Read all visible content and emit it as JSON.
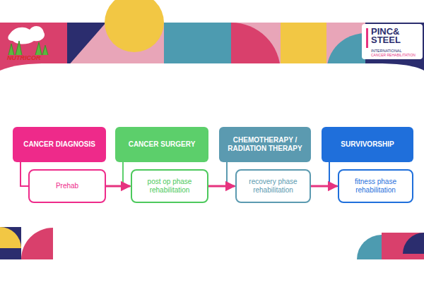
{
  "diagram": {
    "nodes": [
      {
        "text": [
          "CANCER DIAGNOSIS"
        ]
      },
      {
        "text": [
          "CANCER SURGERY"
        ]
      },
      {
        "text": [
          "CHEMOTHERAPY / RADIATION THERAPY"
        ]
      },
      {
        "text": [
          "SURVIVORSHIP"
        ]
      },
      {
        "text": [
          "Prehab"
        ]
      },
      {
        "text": [
          "post op phase rehabilitation"
        ]
      },
      {
        "text": [
          "recovery phase rehabilitation"
        ]
      },
      {
        "text": [
          "fitness phase rehabilitation"
        ]
      }
    ],
    "edges": [
      {
        "from": 0,
        "to": 4,
        "arrow": "none"
      },
      {
        "from": 1,
        "to": 5,
        "arrow": "none"
      },
      {
        "from": 2,
        "to": 6,
        "arrow": "none"
      },
      {
        "from": 3,
        "to": 7,
        "arrow": "none"
      },
      {
        "from": 4,
        "to": 5,
        "arrow": "to"
      },
      {
        "from": 5,
        "to": 6,
        "arrow": "to"
      },
      {
        "from": 6,
        "to": 7,
        "arrow": "to"
      }
    ],
    "labels": [
      "NUTRICOR",
      "PINC& STEEL",
      "INTERNATIONAL",
      "CANCER REHABILITATION"
    ]
  }
}
